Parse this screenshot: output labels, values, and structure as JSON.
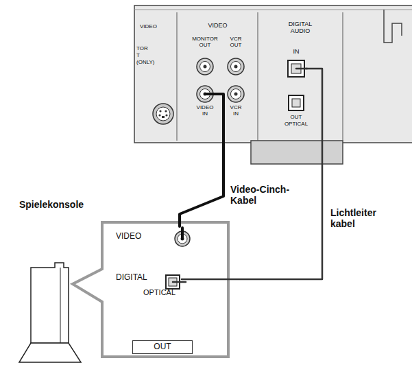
{
  "diagram": {
    "nodes": [
      {
        "text": [
          "VIDEO"
        ]
      },
      {
        "text": [
          "VIDEO IN"
        ],
        "in": 0
      },
      {
        "text": [
          "DIGITAL AUDIO"
        ]
      },
      {
        "text": [
          "IN"
        ],
        "in": 2
      },
      {
        "text": [
          "Spielekonsole"
        ]
      },
      {
        "text": [
          "OUT"
        ]
      },
      {
        "text": [
          "VIDEO"
        ],
        "in": 5
      },
      {
        "text": [
          "DIGITAL",
          "OPTICAL"
        ],
        "in": 5
      }
    ],
    "edges": [
      {
        "from": 1,
        "to": 6,
        "arrow": "none",
        "label": "Video-Cinch- Kabel"
      },
      {
        "from": 3,
        "to": 7,
        "arrow": "none",
        "label": "Lichtleiter kabel"
      }
    ],
    "labels": [
      "VIDEO",
      "TOR",
      "T",
      "(ONLY)",
      "MONITOR OUT",
      "VCR OUT",
      "VCR IN",
      "OUT",
      "OPTICAL"
    ]
  }
}
